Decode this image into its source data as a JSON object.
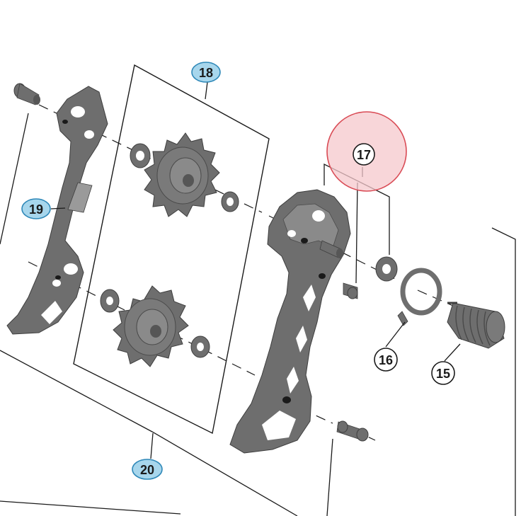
{
  "diagram": {
    "colors": {
      "background": "#ffffff",
      "part_fill": "#6e6e6e",
      "part_dark": "#565656",
      "part_light": "#bdbdbd",
      "line": "#1a1a1a",
      "callout_blue": "#5fb4dc",
      "callout_blue_dark": "#2e88b8",
      "highlight_fill": "#f6c8cc",
      "highlight_stroke": "#d94b55"
    },
    "callouts": {
      "c15": "15",
      "c16": "16",
      "c17": "17",
      "c18": "18",
      "c19": "19",
      "c20": "20"
    },
    "parts": [
      {
        "id": "15",
        "name": "spring-coil"
      },
      {
        "id": "16",
        "name": "spring-ring"
      },
      {
        "id": "17",
        "name": "cage-plate-bolt-washer-group"
      },
      {
        "id": "18",
        "name": "pulley-set"
      },
      {
        "id": "19",
        "name": "inner-cage-plate"
      },
      {
        "id": "20",
        "name": "pulley-cage-assembly"
      }
    ]
  }
}
